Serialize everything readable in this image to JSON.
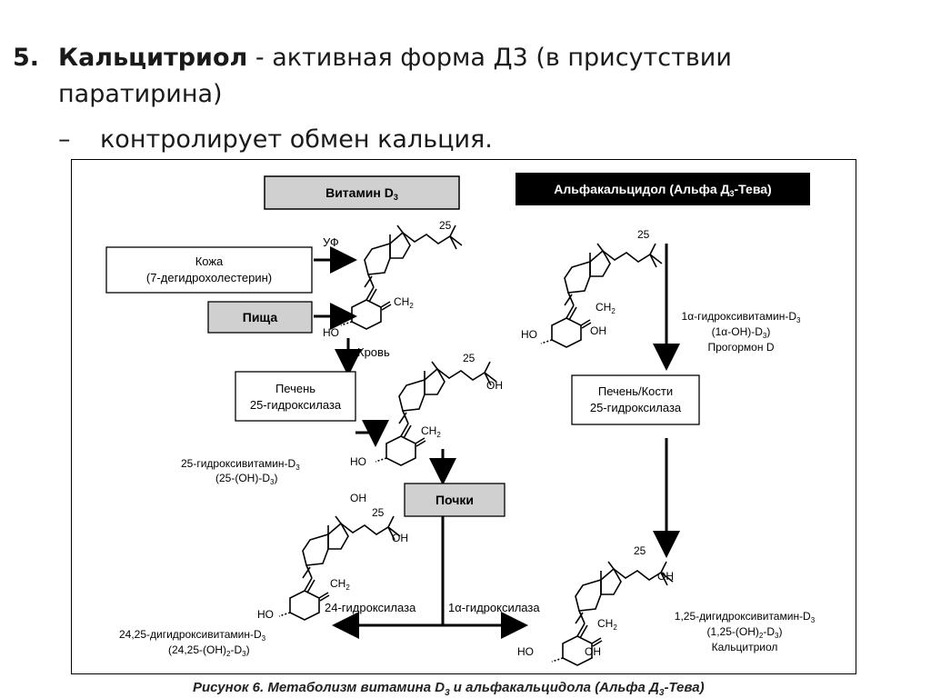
{
  "slide": {
    "item_number": "5.",
    "heading_bold": "Кальцитриол",
    "heading_rest": " - активная форма Д3 (в присутствии",
    "heading_line2": "паратирина)",
    "bullet_dash": "–",
    "bullet_text": "контролирует обмен кальция."
  },
  "diagram": {
    "box_vitamin": "Витамин D",
    "box_vitamin_sub": "3",
    "box_alfa": "Альфакальцидол (Альфа Д",
    "box_alfa_sub": "3",
    "box_alfa_end": "-Тева)",
    "skin_line1": "Кожа",
    "skin_line2": "(7-дегидрохолестерин)",
    "uv": "УФ",
    "food": "Пища",
    "blood": "Кровь",
    "liver_line1": "Печень",
    "liver_line2": "25-гидроксилаза",
    "kidneys": "Почки",
    "liver_bone_line1": "Печень/Кости",
    "liver_bone_line2": "25-гидроксилаза",
    "calcidiol_line1": "25-гидроксивитамин-D",
    "calcidiol_line1_sub": "3",
    "calcidiol_line2": "(25-(OH)-D",
    "calcidiol_line2_sub": "3",
    "calcidiol_line2_end": ")",
    "alfa_label_line1": "1α-гидроксивитамин-D",
    "alfa_label_line1_sub": "3",
    "alfa_label_line2": "(1α-OH)-D",
    "alfa_label_line2_sub": "3",
    "alfa_label_line2_end": ")",
    "alfa_label_line3": "Прогормон D",
    "h24": "24-гидроксилаза",
    "h1a": "1α-гидроксилаза",
    "dihydroxy24_line1": "24,25-дигидроксивитамин-D",
    "dihydroxy24_line1_sub": "3",
    "dihydroxy24_line2": "(24,25-(OH)",
    "dihydroxy24_line2_sub": "2",
    "dihydroxy24_line2_mid": "-D",
    "dihydroxy24_line2_sub2": "3",
    "dihydroxy24_line2_end": ")",
    "calcitriol_line1": "1,25-дигидроксивитамин-D",
    "calcitriol_line1_sub": "3",
    "calcitriol_line2": "(1,25-(OH)",
    "calcitriol_line2_sub": "2",
    "calcitriol_line2_mid": "-D",
    "calcitriol_line2_sub2": "3",
    "calcitriol_line2_end": ")",
    "calcitriol_line3": "Кальцитриол",
    "chem_ho": "HO",
    "chem_oh": "OH",
    "chem_ch": "CH",
    "chem_ch_sub": "2",
    "chem_25": "25"
  },
  "caption": {
    "text": "Рисунок 6. Метаболизм витамина D",
    "sub": "3",
    "mid": " и альфакальцидола (Альфа Д",
    "sub2": "3",
    "end": "-Тева)"
  }
}
